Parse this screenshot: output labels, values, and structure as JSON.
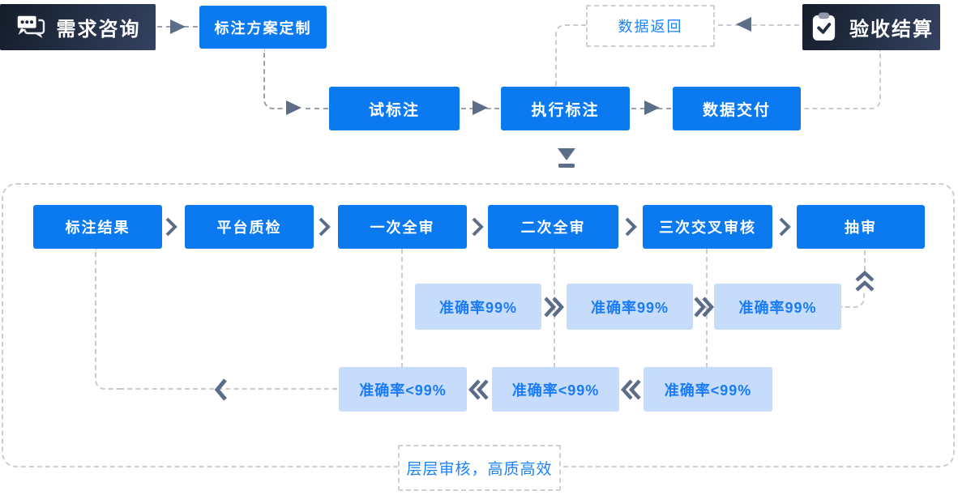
{
  "colors": {
    "primary_blue": "#0b7af0",
    "light_blue_bg": "#c6dcfa",
    "blue_text": "#1b7cf7",
    "dark_navy_gradient_start": "#131c29",
    "dark_navy_gradient_end": "#344261",
    "slate_arrow": "#5c6d89",
    "dash_gray": "#98a0ab",
    "dash_light_gray": "#c8cbd1"
  },
  "flow": {
    "consult": "需求咨询",
    "plan": "标注方案定制",
    "trial": "试标注",
    "execute": "执行标注",
    "delivery": "数据交付",
    "data_return": "数据返回",
    "acceptance": "验收结算"
  },
  "qc": {
    "stages": [
      "标注结果",
      "平台质检",
      "一次全审",
      "二次全审",
      "三次交叉审核",
      "抽审"
    ],
    "pass_labels": [
      "准确率99%",
      "准确率99%",
      "准确率99%"
    ],
    "fail_labels": [
      "准确率<99%",
      "准确率<99%",
      "准确率<99%"
    ],
    "caption": "层层审核，高质高效"
  },
  "icons": {
    "consult": "chat-bubbles-icon",
    "acceptance": "clipboard-check-icon",
    "enter_qc": "double-down-arrow-icon"
  }
}
